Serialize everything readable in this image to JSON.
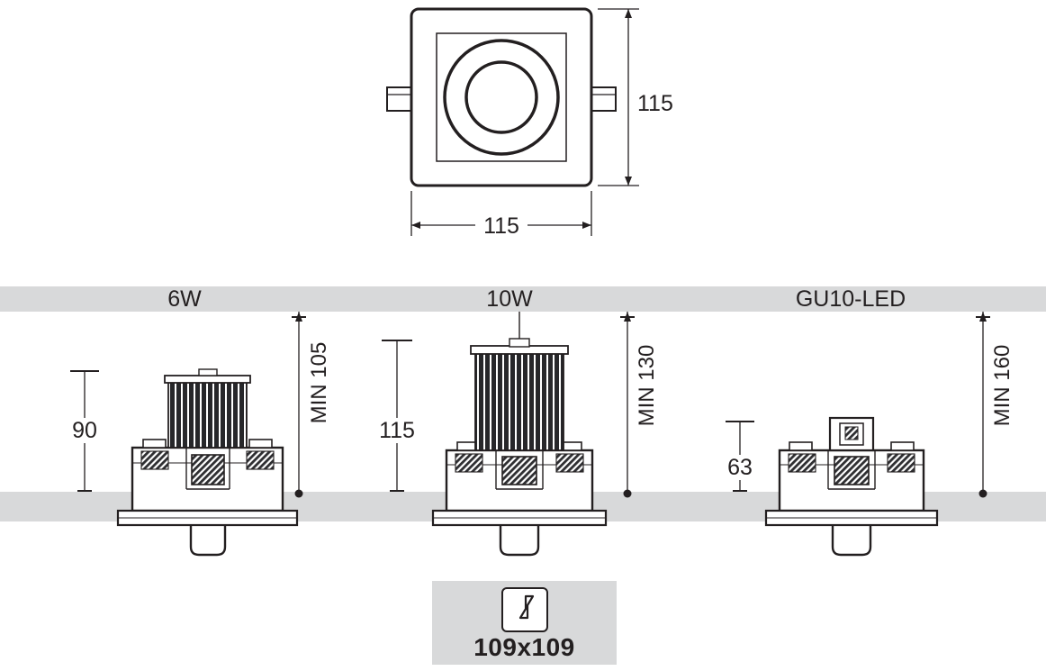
{
  "front_view": {
    "dim_height": "115",
    "dim_width": "115"
  },
  "variants": [
    {
      "label": "6W",
      "height": "90",
      "min_recess": "MIN 105"
    },
    {
      "label": "10W",
      "height": "115",
      "min_recess": "MIN 130"
    },
    {
      "label": "GU10-LED",
      "height": "63",
      "min_recess": "MIN 160"
    }
  ],
  "cutout": {
    "size": "109x109",
    "icon": "ceiling-cutout-icon"
  },
  "colors": {
    "line": "#231f20",
    "band": "#d8d9da"
  }
}
